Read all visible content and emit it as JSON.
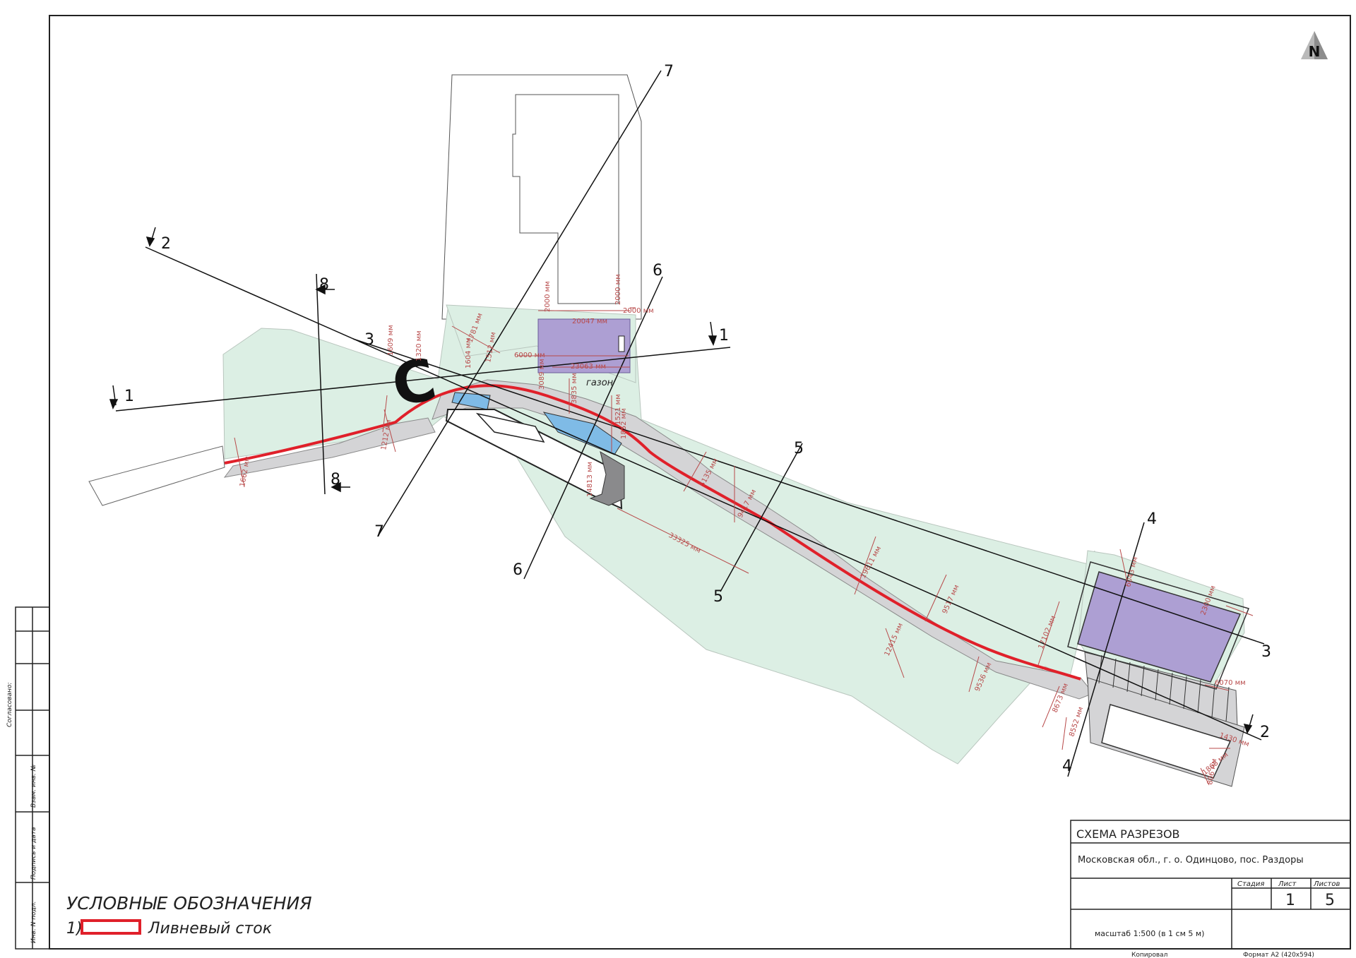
{
  "compass": {
    "label": "N"
  },
  "side_stamp": {
    "agreed": "Согласовано:",
    "inv_no": "Взам. инв. №",
    "sign_date": "Подпись и дата",
    "inv_no_orig": "Инв. N подл."
  },
  "legend": {
    "title": "УСЛОВНЫЕ ОБОЗНАЧЕНИЯ",
    "item_number": "1)",
    "item_label": "Ливневый сток",
    "item_color": "#e0202a"
  },
  "title_block": {
    "title": "СХЕМА РАЗРЕЗОВ",
    "address": "Московская обл., г. о. Одинцово, пос. Раздоры",
    "stage_label": "Стадия",
    "stage_value": "",
    "sheet_label": "Лист",
    "sheet_value": "1",
    "sheets_label": "Листов",
    "sheets_value": "5",
    "scale": "масштаб 1:500 (в 1 см 5 м)",
    "copied": "Копировал",
    "format": "Формат А2 (420х594)"
  },
  "plan": {
    "lawn_label": "газон",
    "c_label": "С",
    "colors": {
      "lawn": "#dcefe4",
      "road": "#d4d4d6",
      "purple": "#ad9fd3",
      "water": "#7fbbe6",
      "dim": "#b84a4a",
      "storm": "#e0202a"
    },
    "section_marks": [
      "1",
      "1",
      "2",
      "2",
      "3",
      "3",
      "4",
      "4",
      "5",
      "5",
      "6",
      "6",
      "7",
      "7",
      "8",
      "8"
    ],
    "dimensions": [
      "2000 мм",
      "2000 мм",
      "2000 мм",
      "20047 мм",
      "6000 мм",
      "23063 мм",
      "1609 мм",
      "1320 мм",
      "3835 мм",
      "1521 мм",
      "14813 мм",
      "33325 мм",
      "5135 мм",
      "9417 мм",
      "19611 мм",
      "12415 мм",
      "9536 мм",
      "9517 мм",
      "17102 мм",
      "8673 мм",
      "8552 мм",
      "1430 мм",
      "6070 мм",
      "2300 мм",
      "6043 мм",
      "1212 мм",
      "1852 мм",
      "806 мм",
      "1868 мм",
      "1781 мм",
      "1662 мм",
      "3089 мм",
      "1604 мм",
      "1512 мм"
    ]
  }
}
